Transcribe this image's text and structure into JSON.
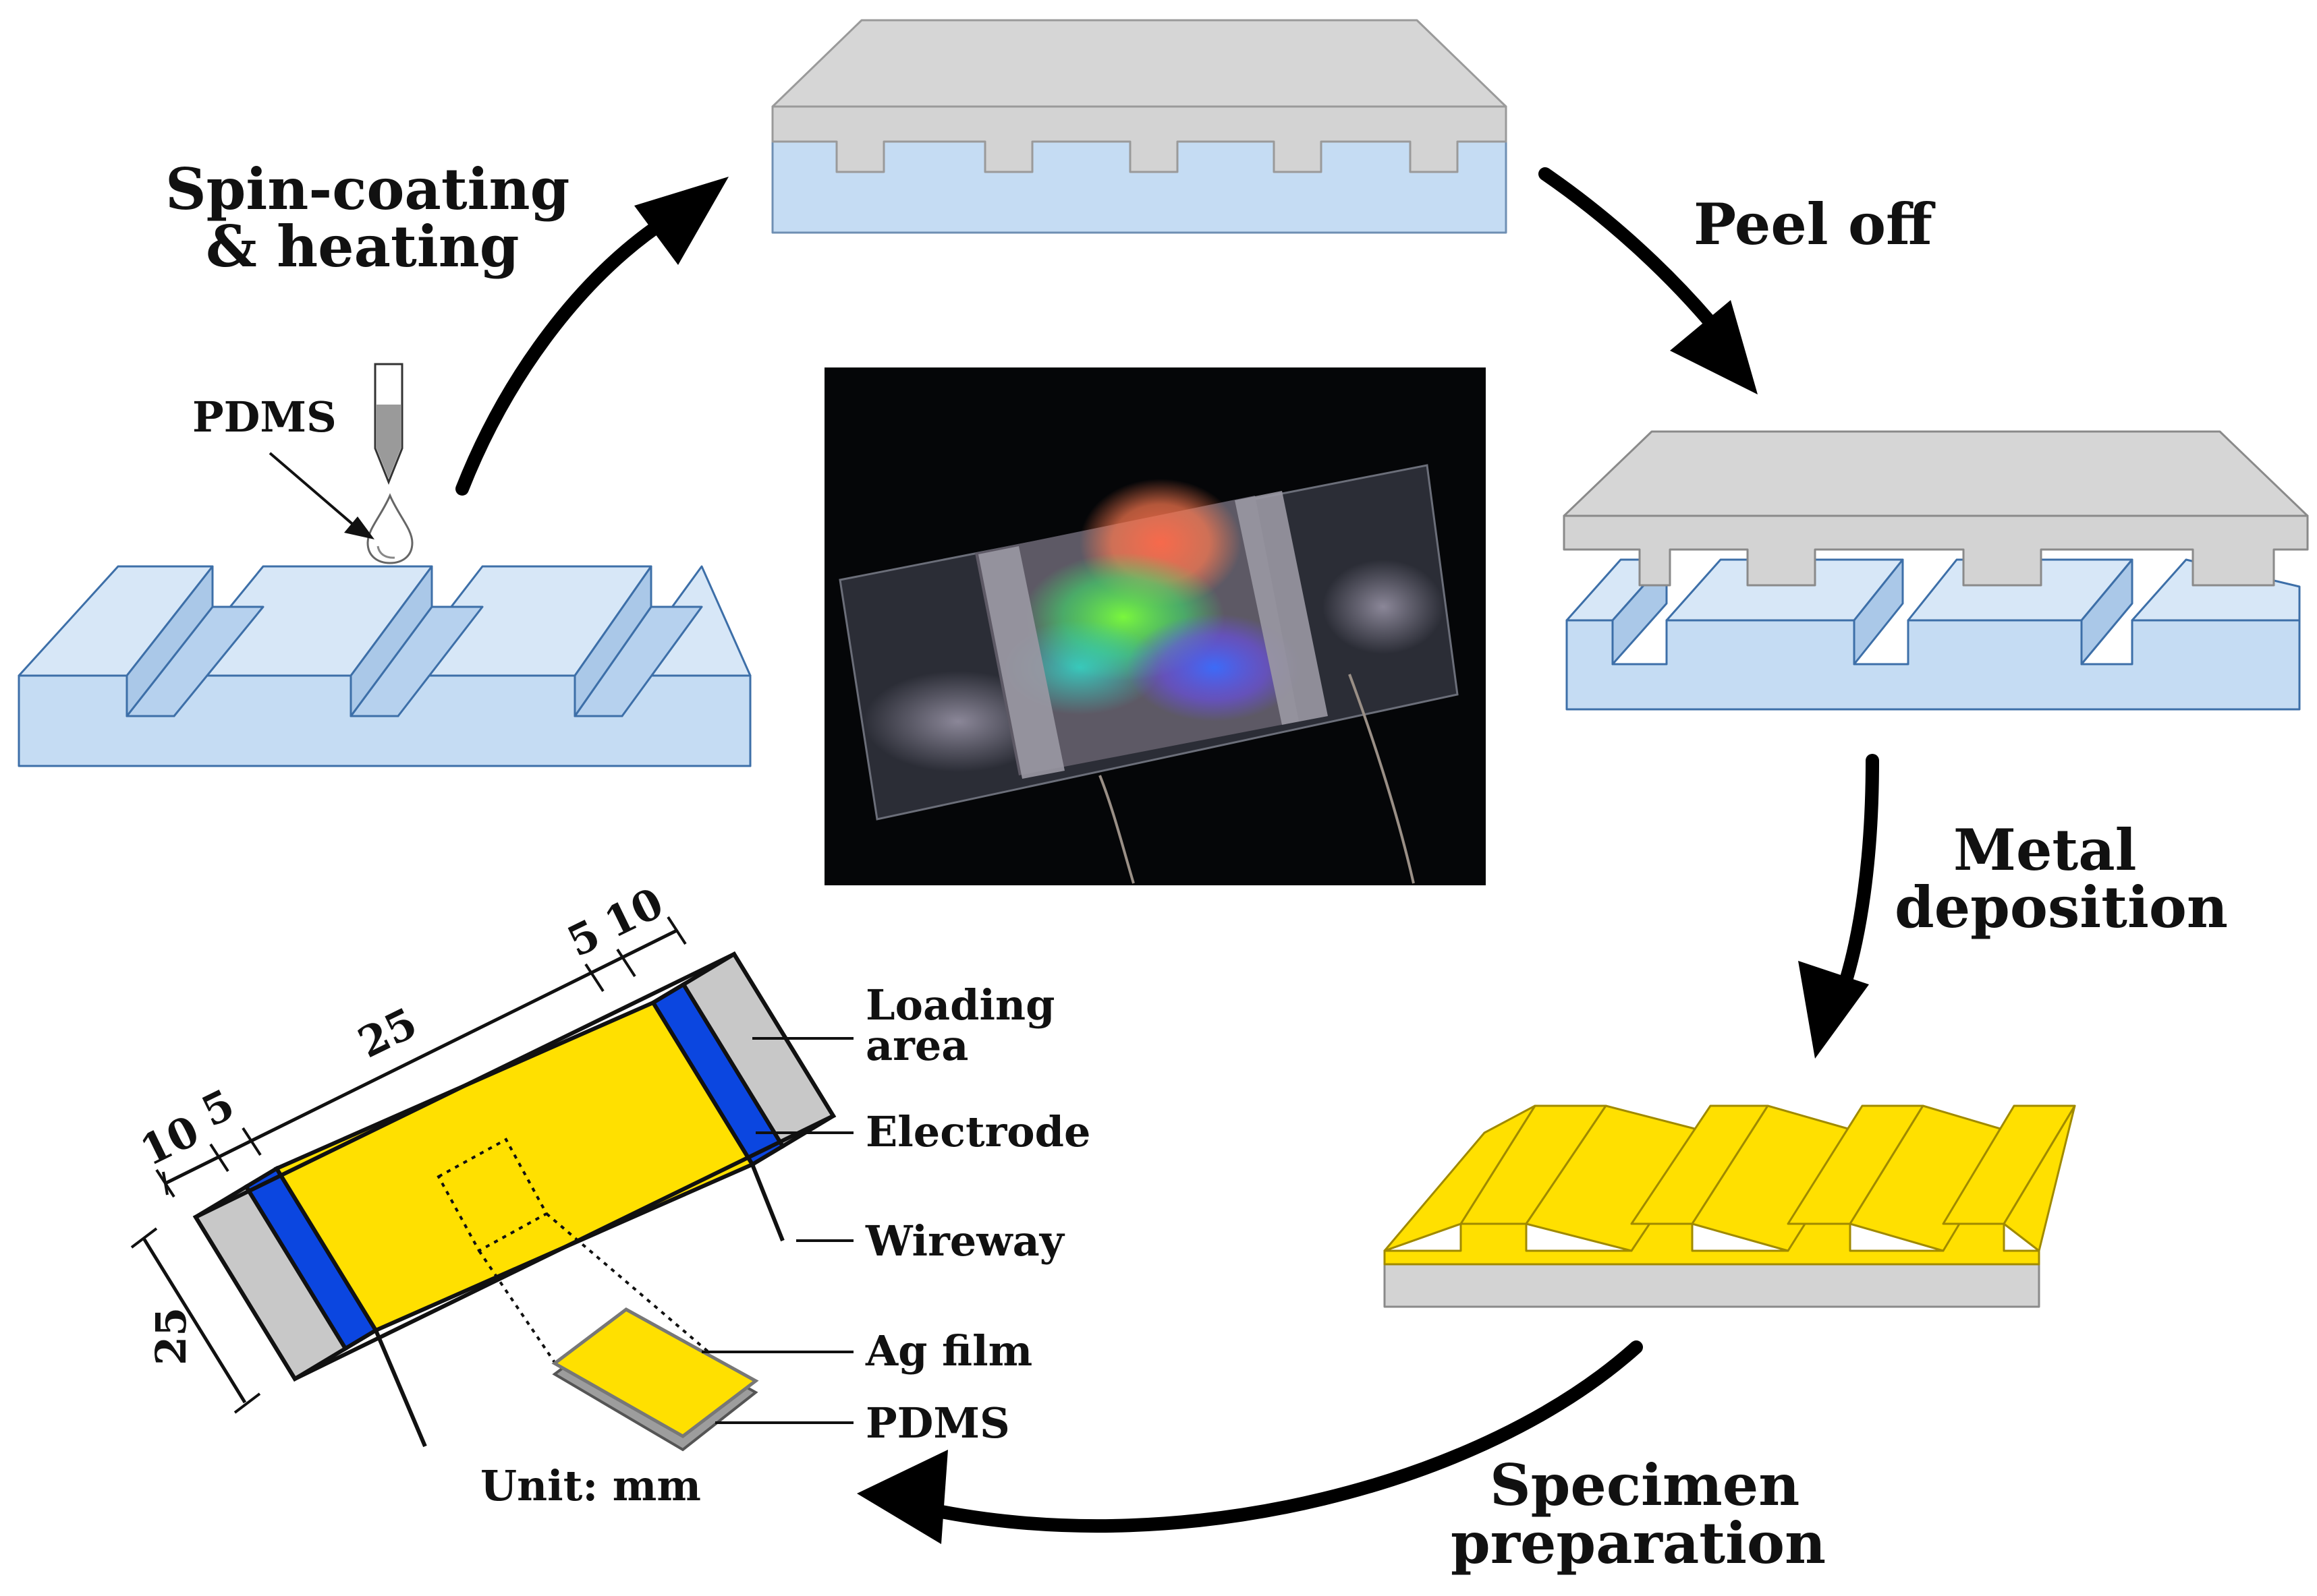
{
  "labels": {
    "spin_coating_line1": "Spin-coating",
    "spin_coating_line2": "& heating",
    "peel_off": "Peel off",
    "metal_deposition_line1": "Metal",
    "metal_deposition_line2": "deposition",
    "specimen_preparation_line1": "Specimen",
    "specimen_preparation_line2": "preparation",
    "pdms_drop": "PDMS",
    "loading_area_line1": "Loading",
    "loading_area_line2": "area",
    "electrode": "Electrode",
    "wireway": "Wireway",
    "ag_film": "Ag film",
    "pdms_layer": "PDMS",
    "unit": "Unit: mm"
  },
  "dimensions": {
    "d25_top": "25",
    "d10_left": "10",
    "d5_left": "5",
    "d5_right": "5",
    "d10_right": "10",
    "d25_side": "25"
  },
  "colors": {
    "mold_blue": "#c5dcf3",
    "mold_stroke": "#3d6fa8",
    "pdms_gray": "#d3d3d3",
    "ag_yellow": "#ffe000",
    "electrode_blue": "#0b46e0",
    "line": "#111111"
  }
}
